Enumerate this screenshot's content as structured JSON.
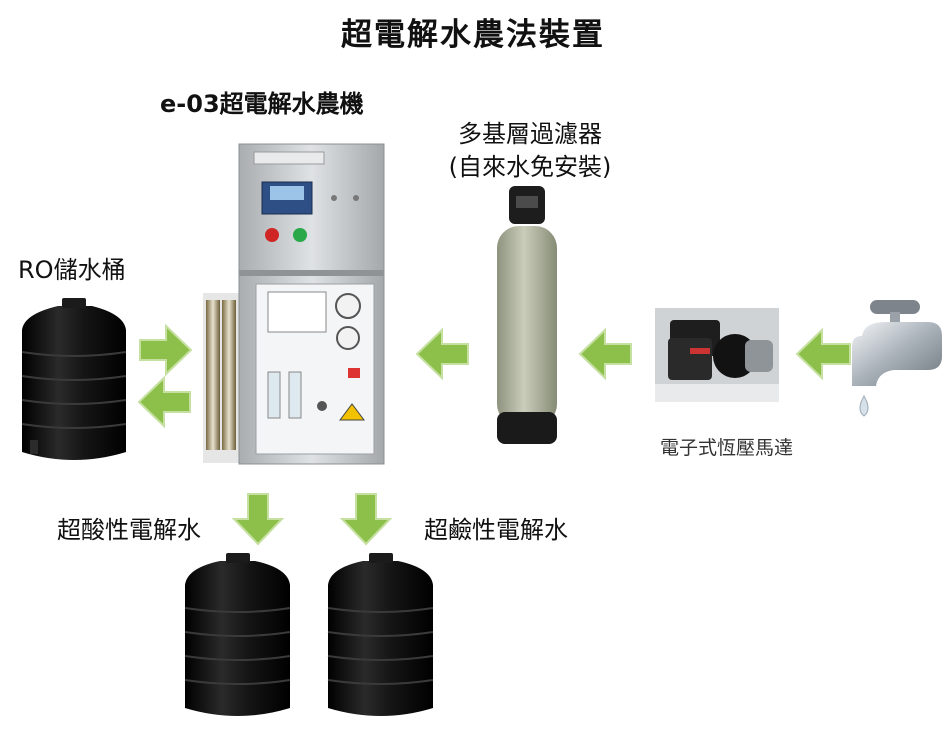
{
  "title": "超電解水農法裝置",
  "labels": {
    "machine": "e-03超電解水農機",
    "filter_line1": "多基層過濾器",
    "filter_line2": "(自來水免安裝)",
    "ro_tank": "RO儲水桶",
    "pump": "電子式恆壓馬達",
    "acid_water": "超酸性電解水",
    "alkaline_water": "超鹼性電解水"
  },
  "colors": {
    "arrow_green": "#8cc04a",
    "arrow_light": "#c5e0a0",
    "tank_black": "#121212",
    "filter_tan": "#b7bca6",
    "panel_steel": "#c9ccce"
  },
  "icons": [
    "water-faucet-icon",
    "pump-photo",
    "filter-tank-photo",
    "machine-photo",
    "ro-tank-photo",
    "water-tank-photo"
  ]
}
